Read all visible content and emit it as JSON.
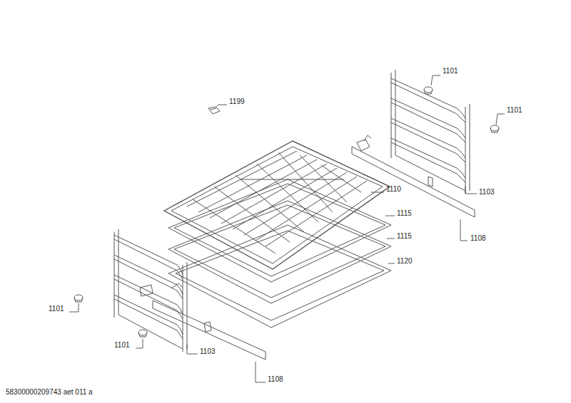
{
  "diagram": {
    "labels": [
      "1101",
      "1199",
      "1101",
      "1110",
      "1103",
      "1115",
      "1108",
      "1115",
      "1120",
      "1101",
      "1101",
      "1103",
      "1108",
      "58300000209743 aet 011 a"
    ]
  }
}
